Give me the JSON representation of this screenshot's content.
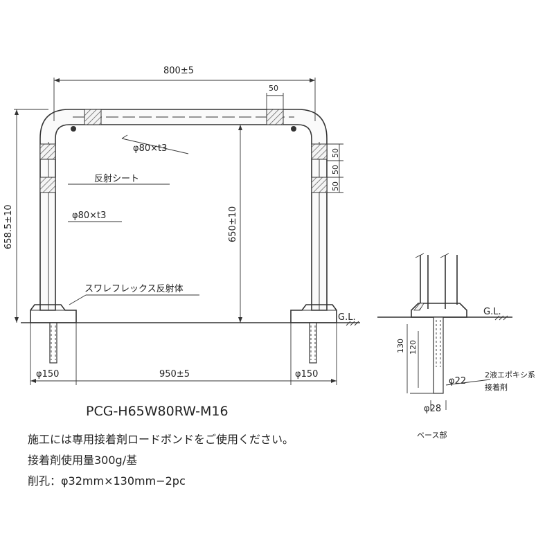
{
  "dimensions": {
    "width_top": "800±5",
    "width_bottom": "950±5",
    "height_left": "658.5±10",
    "height_center": "650±10",
    "band_width": "50",
    "band_spacing": [
      "50",
      "50",
      "50"
    ],
    "base_left": "φ150",
    "base_right": "φ150"
  },
  "labels": {
    "pipe_spec_top": "φ80×t3",
    "pipe_spec_left": "φ80×t3",
    "reflective_sheet": "反射シート",
    "swareflex": "スワレフレックス反射体",
    "ground_level_main": "G.L.",
    "ground_level_detail": "G.L."
  },
  "detail": {
    "h130": "130",
    "h120": "120",
    "d22": "φ22",
    "d28": "φ28",
    "epoxy_line1": "2液エポキシ系",
    "epoxy_line2": "接着剤",
    "base_caption": "ベース部"
  },
  "model": "PCG-H65W80RW-M16",
  "notes": [
    "施工には専用接着剤ロードボンドをご使用ください。",
    "接着剤使用量300g/基",
    "削孔：φ32mm×130mm−2pc"
  ]
}
